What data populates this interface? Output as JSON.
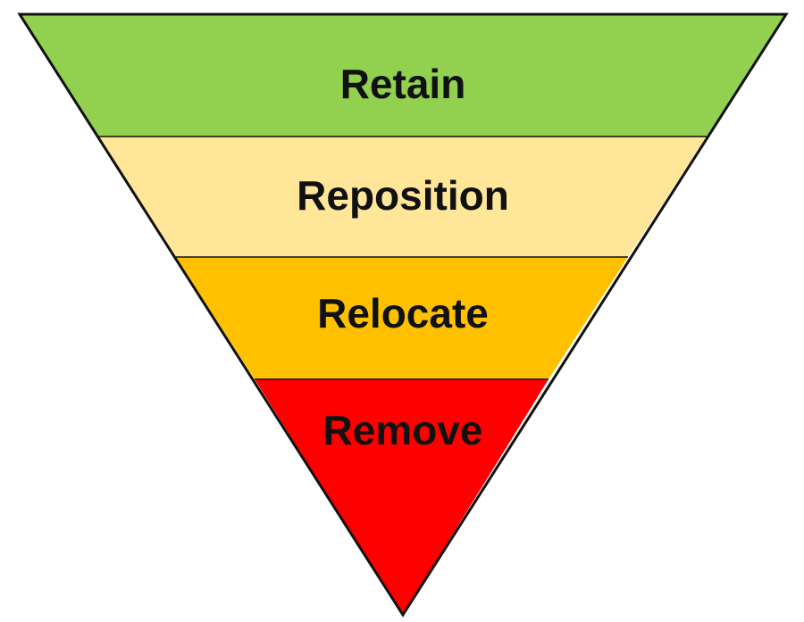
{
  "diagram": {
    "type": "inverted-pyramid",
    "outline_color": "#111111",
    "tiers": [
      {
        "label": "Retain",
        "color": "#92D050"
      },
      {
        "label": "Reposition",
        "color": "#FFE699"
      },
      {
        "label": "Relocate",
        "color": "#FFC000"
      },
      {
        "label": "Remove",
        "color": "#FF0000"
      }
    ]
  }
}
